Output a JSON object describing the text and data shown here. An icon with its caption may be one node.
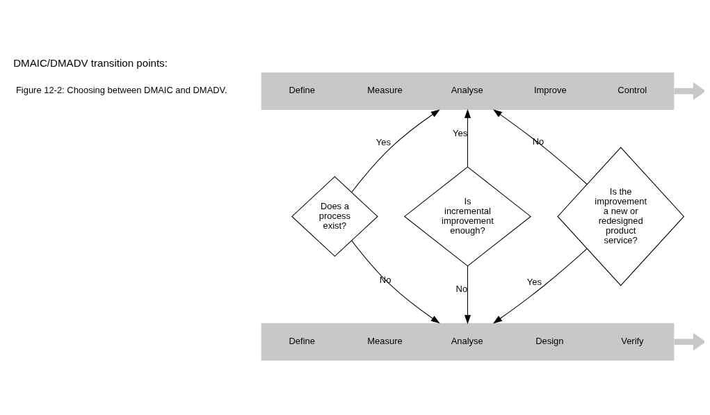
{
  "diagram": {
    "title": "DMAIC/DMADV transition points:",
    "caption": "Figure 12-2: Choosing between DMAIC and DMADV.",
    "nodes": [
      {
        "text": [
          "Define",
          "Measure",
          "Analyse",
          "Improve",
          "Control"
        ]
      },
      {
        "text": [
          "Does a process exist?"
        ]
      },
      {
        "text": [
          "Is incremental improvement enough?"
        ]
      },
      {
        "text": [
          "Is the improvement a new or redesigned product service?"
        ]
      },
      {
        "text": [
          "Define",
          "Measure",
          "Analyse",
          "Design",
          "Verify"
        ]
      }
    ],
    "edges": [
      {
        "from": 0,
        "to": null,
        "arrow": "to",
        "style": "thick",
        "color": "#c8c8c8"
      },
      {
        "from": 1,
        "to": 0,
        "arrow": "to",
        "label": "Yes"
      },
      {
        "from": 2,
        "to": 0,
        "arrow": "to",
        "label": "Yes"
      },
      {
        "from": 3,
        "to": 0,
        "arrow": "to",
        "label": "No"
      },
      {
        "from": 1,
        "to": 4,
        "arrow": "to",
        "label": "No"
      },
      {
        "from": 2,
        "to": 4,
        "arrow": "to",
        "label": "No"
      },
      {
        "from": 3,
        "to": 4,
        "arrow": "to",
        "label": "Yes"
      },
      {
        "from": 4,
        "to": null,
        "arrow": "to",
        "style": "thick",
        "color": "#c8c8c8"
      }
    ]
  }
}
